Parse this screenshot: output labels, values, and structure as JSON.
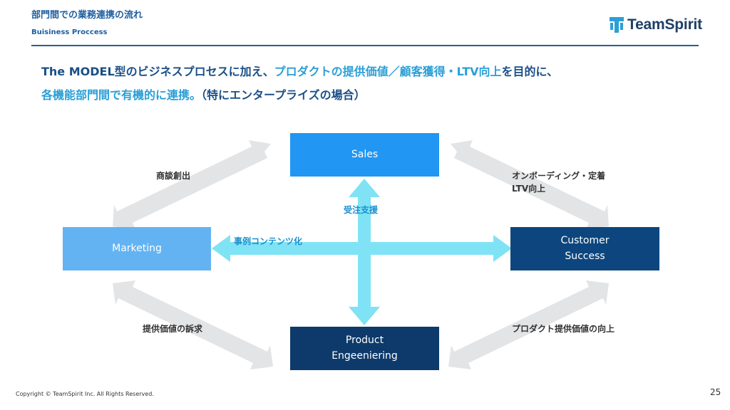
{
  "header": {
    "title": "部門間での業務連携の流れ",
    "subtitle": "Buisiness Proccess"
  },
  "logo": {
    "text": "TeamSpirit"
  },
  "lead": {
    "line1_pre": "The MODEL型のビジネスプロセスに加え、",
    "line1_hl": "プロダクトの提供価値／顧客獲得・LTV向上",
    "line1_post": "を目的に、",
    "line2_hl": "各機能部門間で有機的に連携。",
    "line2_post": "（特にエンタープライズの場合）"
  },
  "boxes": {
    "sales": "Sales",
    "marketing": "Marketing",
    "cs_line1": "Customer",
    "cs_line2": "Success",
    "pe_line1": "Product",
    "pe_line2": "Engeeniering"
  },
  "labels": {
    "top_left": "商談創出",
    "top_right_line1": "オンボーディング・定着",
    "top_right_line2": "LTV向上",
    "bottom_left": "提供価値の訴求",
    "bottom_right": "プロダクト提供価値の向上",
    "center_top": "受注支援",
    "center_left": "事例コンテンツ化"
  },
  "colors": {
    "sales": "#2196f3",
    "marketing": "#63b3f2",
    "customer_success": "#0d467e",
    "product": "#0d3a6b",
    "cross_arrow": "#7fe3f5",
    "diag_arrow": "#e2e4e6",
    "accent": "#2a9fd6"
  },
  "footer": {
    "copyright": "Copyright © TeamSpirit Inc. All Rights Reserved.",
    "page_number": "25"
  }
}
